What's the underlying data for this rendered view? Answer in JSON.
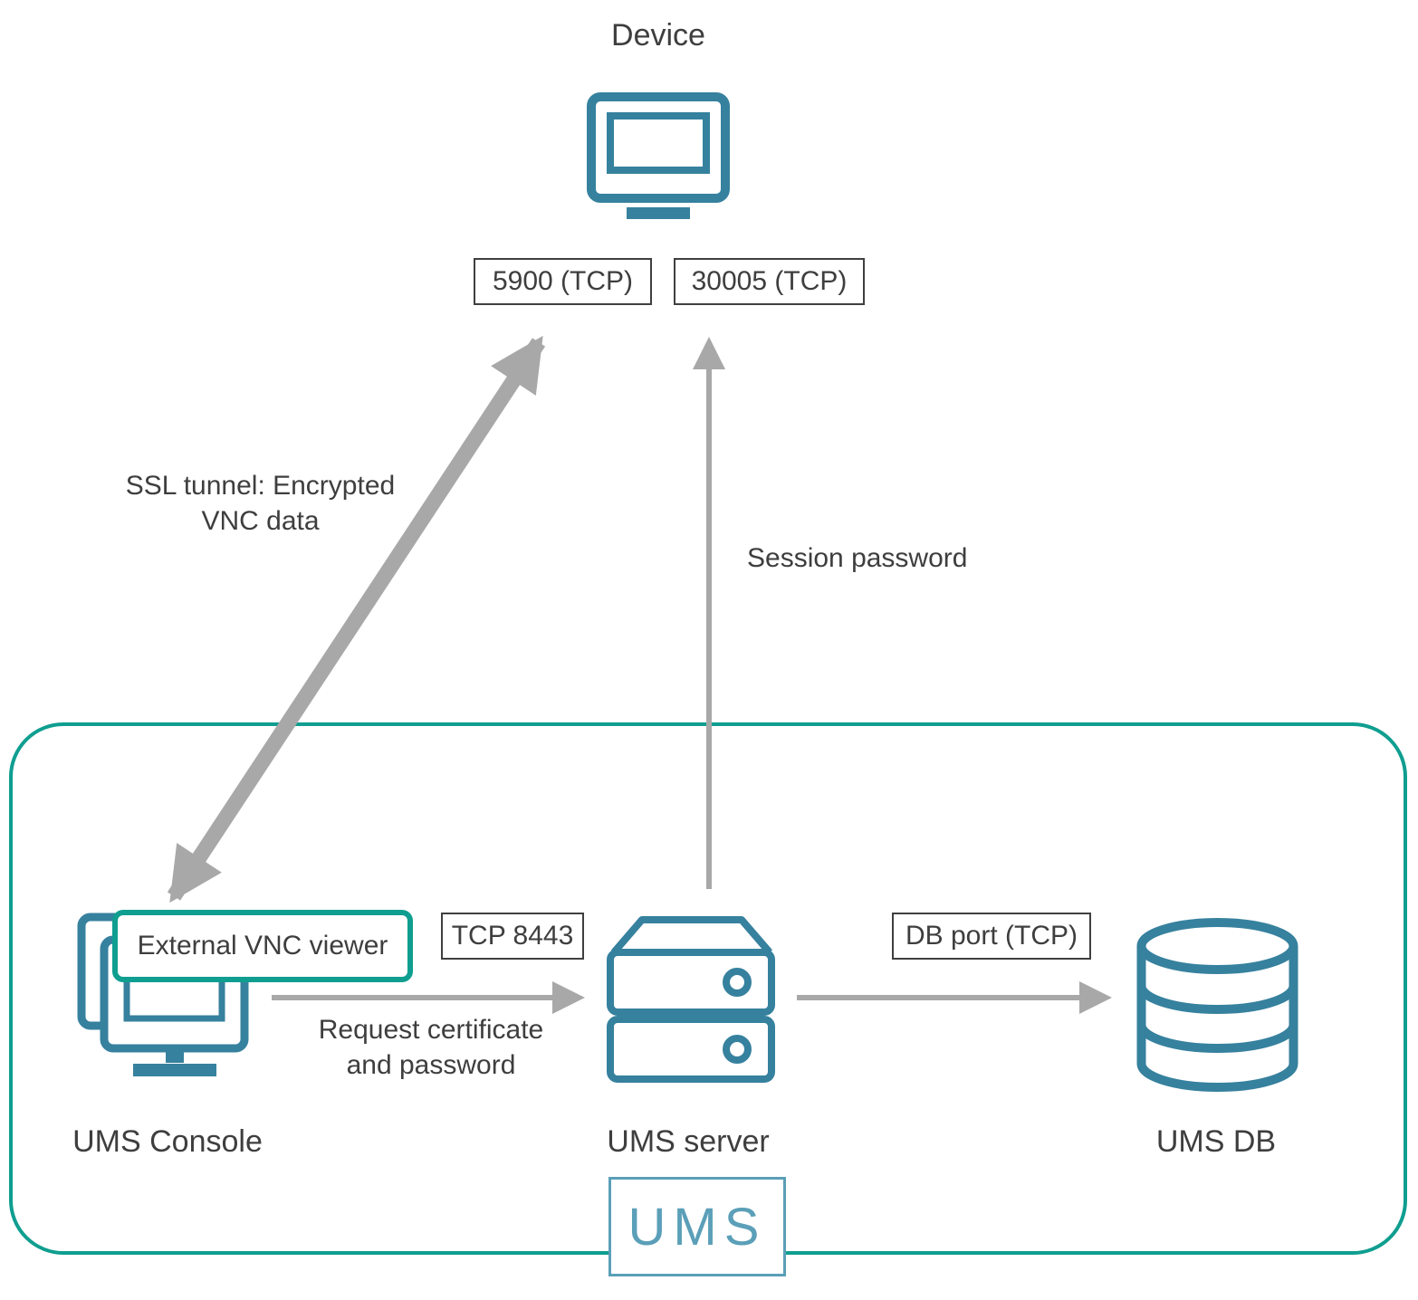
{
  "colors": {
    "icon_teal": "#36819e",
    "accent_green": "#0f9e90",
    "logo_blue": "#5b9fb8",
    "arrow_gray": "#a8a8a8",
    "text": "#3e3e3e"
  },
  "device": {
    "label": "Device",
    "vnc_port": "5900 (TCP)",
    "session_port": "30005 (TCP)"
  },
  "ums_zone": {
    "console": {
      "label": "UMS Console",
      "viewer_badge": "External VNC viewer"
    },
    "server": {
      "label": "UMS server",
      "port": "TCP 8443"
    },
    "db": {
      "label": "UMS DB",
      "port": "DB port (TCP)"
    },
    "logo": "UMS"
  },
  "connections": {
    "ssl_tunnel": "SSL tunnel: Encrypted VNC data",
    "session_password": "Session password",
    "request_cert": "Request certificate and password"
  }
}
